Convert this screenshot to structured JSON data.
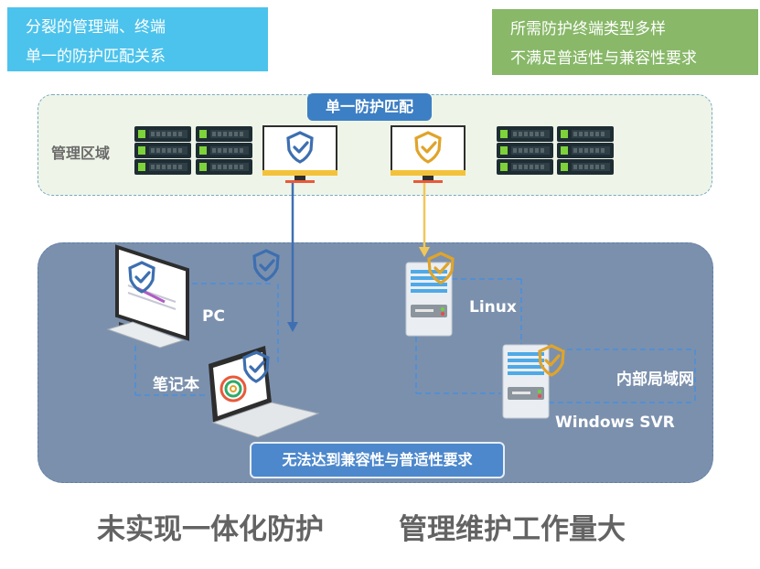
{
  "top_left": {
    "line1": "分裂的管理端、终端",
    "line2": "单一的防护匹配关系"
  },
  "top_right": {
    "line1": "所需防护终端类型多样",
    "line2": "不满足普适性与兼容性要求"
  },
  "management": {
    "label": "管理区域",
    "badge": "单一防护匹配"
  },
  "network": {
    "pc_label": "PC",
    "laptop_label": "笔记本",
    "linux_label": "Linux",
    "windows_label": "Windows SVR",
    "lan_label": "内部局域网",
    "fail_badge": "无法达到兼容性与普适性要求"
  },
  "footer": {
    "left": "未实现一体化防护",
    "right": "管理维护工作量大"
  },
  "colors": {
    "blue_shield": "#3d6fb0",
    "gold_shield": "#e0a42a",
    "blue_arrow": "#3f6fb3",
    "gold_arrow": "#f1c75a"
  }
}
